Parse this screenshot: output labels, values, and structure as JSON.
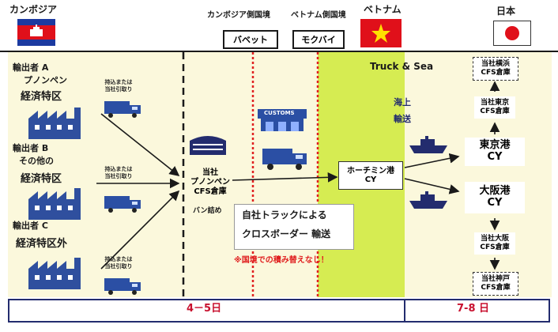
{
  "header": {
    "cambodia": "カンボジア",
    "cambodia_border": "カンボジア側国境",
    "vietnam_border": "ベトナム側国境",
    "vietnam": "ベトナム",
    "japan": "日本",
    "bavet": "バベット",
    "mocbai": "モクバイ"
  },
  "exporters": [
    {
      "name": "輸出者 A",
      "place": "プノンペン",
      "zone": "経済特区",
      "pickup": "持込または\n当社引取り"
    },
    {
      "name": "輸出者 B",
      "place": "その他の",
      "zone": "経済特区",
      "pickup": "持込または\n当社引取り"
    },
    {
      "name": "輸出者 C",
      "place": "",
      "zone": "経済特区外",
      "pickup": "持込または\n当社引取り"
    }
  ],
  "warehouse": {
    "label": "当社\nプノンペン\nCFS倉庫",
    "van": "バン詰め"
  },
  "customs": "CUSTOMS",
  "truck_sea": "Truck & Sea",
  "sea_transport": "海上\n輸送",
  "hcm_port": "ホーチミン港\nCY",
  "message": {
    "line1": "自社トラックによる",
    "line2": "クロスボーダー 輸送",
    "note": "※国境での積み替えなし！"
  },
  "japan_side": {
    "yokohama": "当社横浜\nCFS倉庫",
    "tokyo_cfs": "当社東京\nCFS倉庫",
    "tokyo_port": "東京港\nCY",
    "osaka_port": "大阪港\nCY",
    "osaka_cfs": "当社大阪\nCFS倉庫",
    "kobe": "当社神戸\nCFS倉庫"
  },
  "durations": {
    "cross_border": "4－5日",
    "sea": "7-8 日"
  },
  "colors": {
    "cream": "#fbf8dc",
    "yellow_green": "#d6ec52",
    "navy": "#232c6e",
    "factory_blue": "#2f4f9e",
    "truck_blue": "#2b4fa4",
    "red_dash": "#e02020",
    "flag_red": "#e0101a",
    "flag_blue": "#1c3aa0",
    "duration_text": "#c8102e"
  }
}
